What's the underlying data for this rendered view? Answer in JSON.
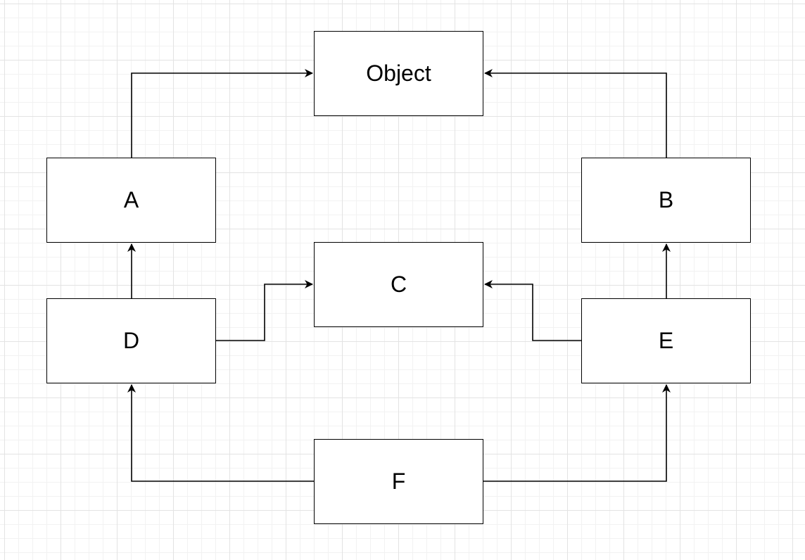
{
  "diagram": {
    "nodes": [
      {
        "id": "object",
        "label": "Object"
      },
      {
        "id": "a",
        "label": "A"
      },
      {
        "id": "b",
        "label": "B"
      },
      {
        "id": "c",
        "label": "C"
      },
      {
        "id": "d",
        "label": "D"
      },
      {
        "id": "e",
        "label": "E"
      },
      {
        "id": "f",
        "label": "F"
      }
    ],
    "edges": [
      {
        "from": "a",
        "to": "object"
      },
      {
        "from": "b",
        "to": "object"
      },
      {
        "from": "d",
        "to": "a"
      },
      {
        "from": "e",
        "to": "b"
      },
      {
        "from": "d",
        "to": "c"
      },
      {
        "from": "e",
        "to": "c"
      },
      {
        "from": "f",
        "to": "d"
      },
      {
        "from": "f",
        "to": "e"
      }
    ],
    "colors": {
      "stroke": "#000000",
      "fill": "#ffffff",
      "grid_major": "#e3e3e3",
      "grid_minor": "#f2f2f2"
    }
  }
}
